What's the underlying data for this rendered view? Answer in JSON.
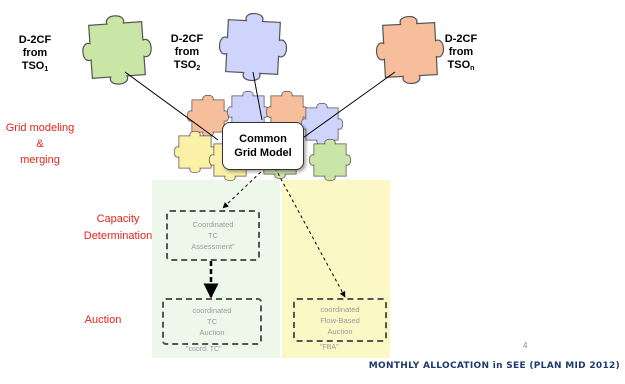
{
  "tso_labels": {
    "tso1": {
      "line1": "D-2CF",
      "line2": "from",
      "line3": "TSO",
      "sub": "1"
    },
    "tso2": {
      "line1": "D-2CF",
      "line2": "from",
      "line3": "TSO",
      "sub": "2"
    },
    "tson": {
      "line1": "D-2CF",
      "line2": "from",
      "line3": "TSO",
      "sub": "n"
    }
  },
  "stage_labels": {
    "grid_modeling": {
      "line1": "Grid modeling",
      "line2": "&",
      "line3": "merging"
    },
    "capacity": {
      "line1": "Capacity",
      "line2": "Determination"
    },
    "auction": "Auction"
  },
  "common_grid_model": {
    "line1": "Common",
    "line2": "Grid Model"
  },
  "processes": {
    "coord_tc_assessment": [
      "Coordinated",
      "TC",
      "Assessment\""
    ],
    "coord_tc_auction": [
      "coordinated",
      "TC",
      "Auction"
    ],
    "coord_fb_auction": [
      "coordinated",
      "Flow-Based",
      "Auction"
    ]
  },
  "captions": {
    "coord_tc": "\"coord. TC\"",
    "fba": "\"FBA\""
  },
  "page_number": "4",
  "footer_title": "MONTHLY ALLOCATION in SEE (PLAN MID 2012)",
  "colors": {
    "green_piece": "#c9e6a6",
    "blue_piece": "#cfd4fc",
    "orange_piece": "#f7be9c",
    "yellow_piece": "#fbf0a6",
    "green_panel": "#eef8ea",
    "yellow_panel": "#fbf8c6",
    "label_red": "#e8221c",
    "footer_blue": "#1d3a6b"
  }
}
